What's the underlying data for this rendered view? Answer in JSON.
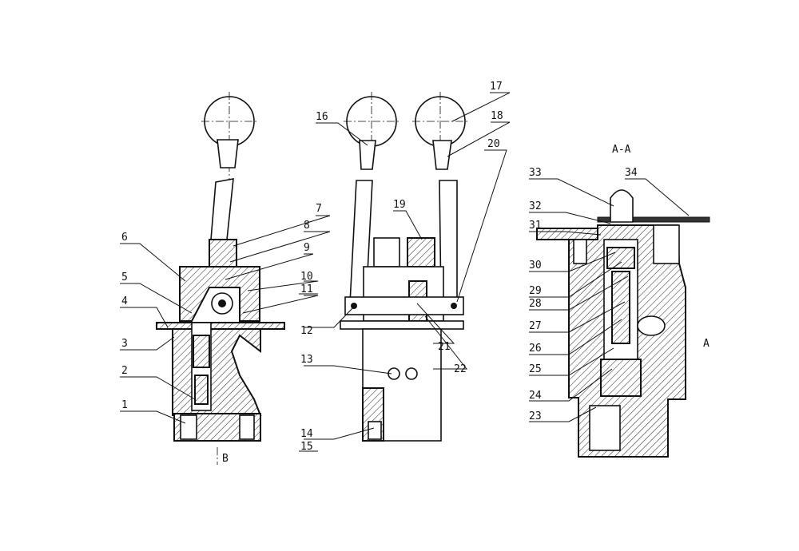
{
  "view_title": "A-A",
  "section_mark": "B",
  "side_mark": "A",
  "callouts": [
    "1",
    "2",
    "3",
    "4",
    "5",
    "6",
    "7",
    "8",
    "9",
    "10",
    "11",
    "12",
    "13",
    "14",
    "15",
    "16",
    "17",
    "18",
    "19",
    "20",
    "21",
    "22",
    "23",
    "24",
    "25",
    "26",
    "27",
    "28",
    "29",
    "30",
    "31",
    "32",
    "33",
    "34"
  ],
  "colors": {
    "ink": "#111111",
    "paper": "#ffffff"
  }
}
